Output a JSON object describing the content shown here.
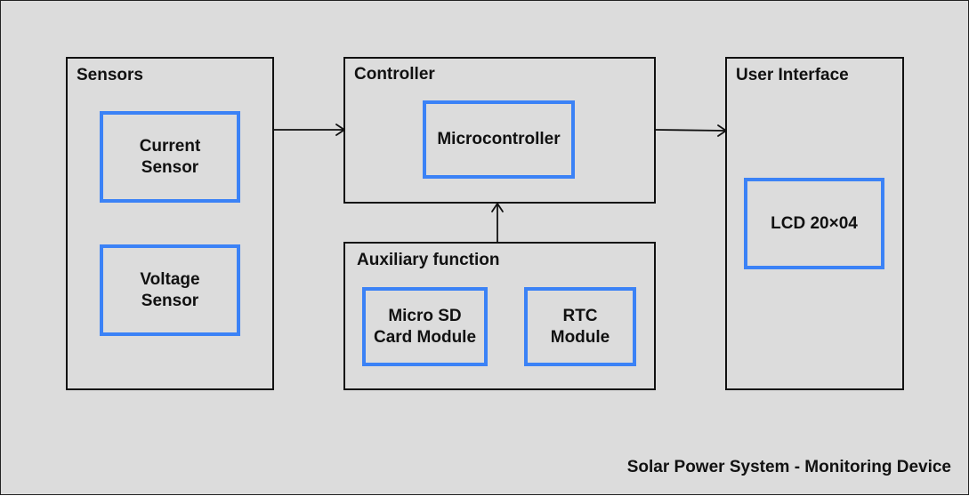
{
  "groups": {
    "sensors": {
      "title": "Sensors",
      "modules": [
        "Current\nSensor",
        "Voltage\nSensor"
      ]
    },
    "controller": {
      "title": "Controller",
      "modules": [
        "Microcontroller"
      ]
    },
    "auxiliary": {
      "title": "Auxiliary function",
      "modules": [
        "Micro SD\nCard Module",
        "RTC\nModule"
      ]
    },
    "user_interface": {
      "title": "User Interface",
      "modules": [
        "LCD 20×04"
      ]
    }
  },
  "connections": [
    {
      "from": "Sensors",
      "to": "Controller"
    },
    {
      "from": "Controller",
      "to": "User Interface"
    },
    {
      "from": "Auxiliary function",
      "to": "Controller"
    }
  ],
  "caption": "Solar Power System - Monitoring Device",
  "colors": {
    "background": "#dcdcdc",
    "module_border": "#3b82f6",
    "group_border": "#111111"
  }
}
